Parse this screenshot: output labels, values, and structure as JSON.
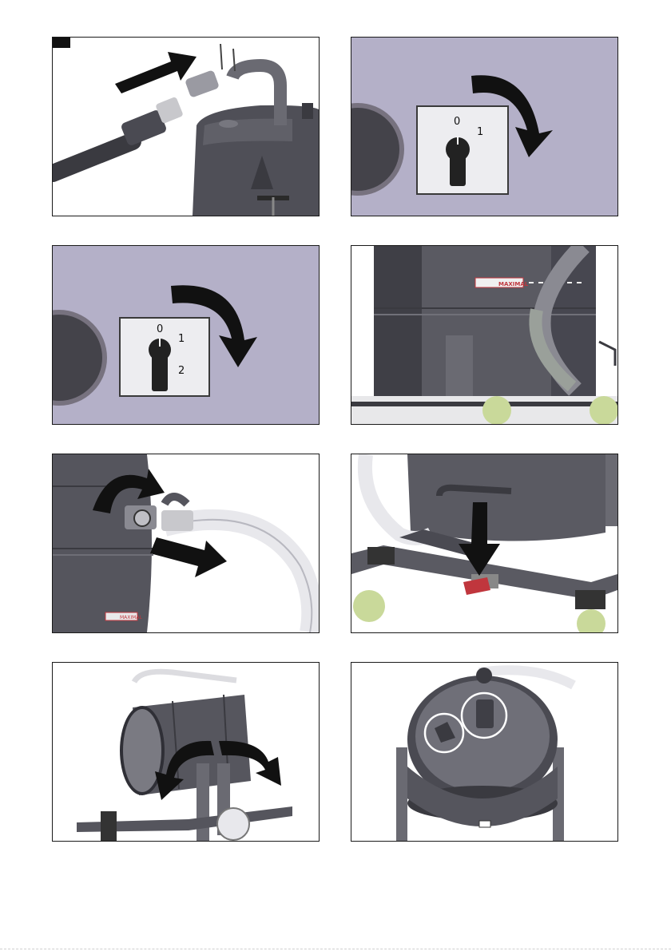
{
  "panels": [
    {
      "id": "connect-hose"
    },
    {
      "id": "switch-2pos",
      "switch": {
        "pos0": "0",
        "pos1": "1"
      }
    },
    {
      "id": "switch-3pos",
      "switch": {
        "pos0": "0",
        "pos1": "1",
        "pos2": "2"
      }
    },
    {
      "id": "fill-level",
      "label": "MAXIMAL"
    },
    {
      "id": "drain-hose",
      "label": "MAXIMAL"
    },
    {
      "id": "foot-lock"
    },
    {
      "id": "tilt-container"
    },
    {
      "id": "container-inside"
    }
  ],
  "colors": {
    "panel_bg": "#b4b0c8",
    "machine": "#54545c",
    "machine_dark": "#3a3a40",
    "arrow": "#111111",
    "wheel": "#c9d99a",
    "foot_pedal": "#c0363d"
  }
}
